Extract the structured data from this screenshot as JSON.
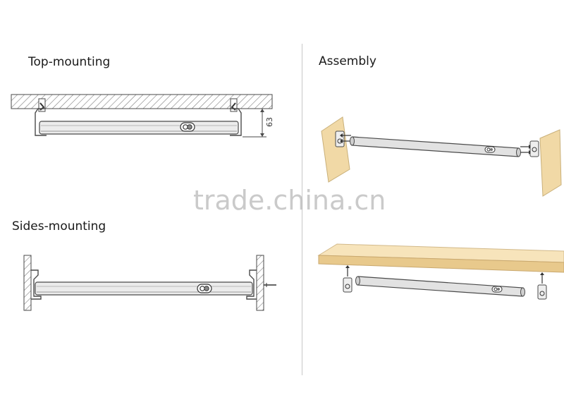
{
  "panels": {
    "top_mounting": {
      "title": "Top-mounting",
      "dimension_label": "63"
    },
    "sides_mounting": {
      "title": "Sides-mounting"
    },
    "assembly": {
      "title": "Assembly"
    }
  },
  "watermark": {
    "text": "trade.china.cn"
  },
  "colors": {
    "line": "#4a4a4a",
    "wood": "#f1d9a6",
    "rail_fill": "#e9e9e9",
    "hatch": "#8a8a8a",
    "divider": "#c8c8c8",
    "watermark": "#b9b9b9"
  },
  "icons": {
    "mounting_clip": "mounting-clip-icon",
    "switch": "sensor-switch-icon",
    "arrow": "arrow-icon"
  }
}
